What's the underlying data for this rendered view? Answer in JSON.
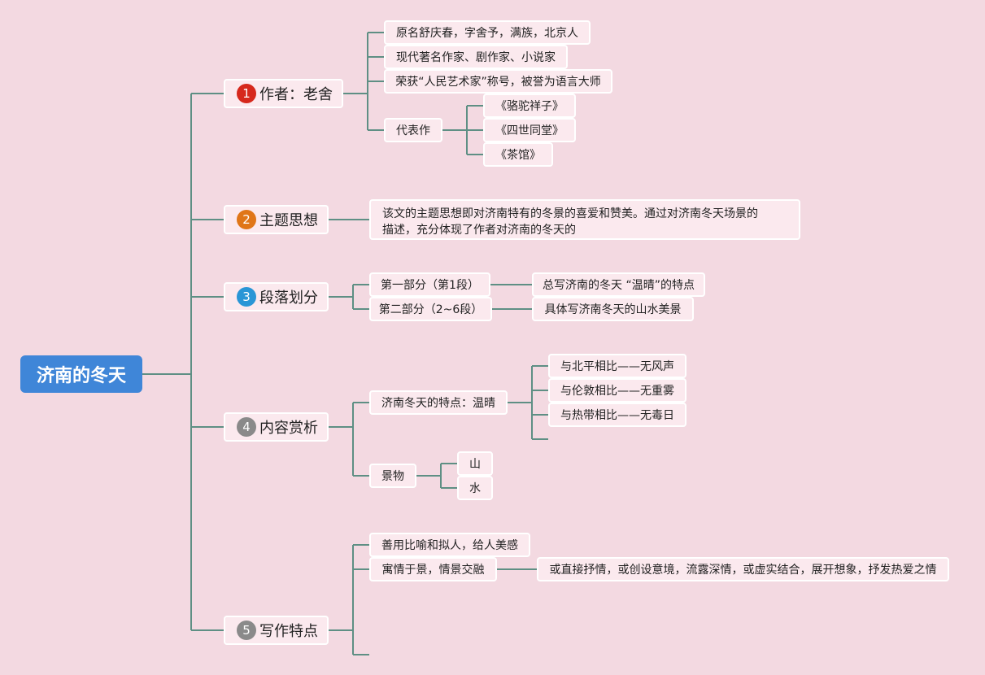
{
  "root": {
    "label": "济南的冬天"
  },
  "colors": {
    "line": "#5e8f84",
    "num1": "#d6281c",
    "num2": "#e07618",
    "num3": "#2a96d6",
    "num4": "#8a8a8a",
    "num5": "#8a8a8a"
  },
  "branches": {
    "b1": {
      "num": "1",
      "label": "作者：老舍",
      "items": [
        "原名舒庆春，字舍予，满族，北京人",
        "现代著名作家、剧作家、小说家",
        "荣获“人民艺术家”称号，被誉为语言大师"
      ],
      "works": {
        "label": "代表作",
        "items": [
          "《骆驼祥子》",
          "《四世同堂》",
          "《茶馆》"
        ]
      }
    },
    "b2": {
      "num": "2",
      "label": "主题思想",
      "text": "该文的主题思想即对济南特有的冬景的喜爱和赞美。通过对济南冬天场景的描述，充分体现了作者对济南的冬天的"
    },
    "b3": {
      "num": "3",
      "label": "段落划分",
      "parts": [
        {
          "label": "第一部分（第1段）",
          "desc": "总写济南的冬天 “温晴”的特点"
        },
        {
          "label": "第二部分（2~6段）",
          "desc": "具体写济南冬天的山水美景"
        }
      ]
    },
    "b4": {
      "num": "4",
      "label": "内容赏析",
      "feature": {
        "label": "济南冬天的特点：温晴",
        "items": [
          "与北平相比——无风声",
          "与伦敦相比——无重雾",
          "与热带相比——无毒日"
        ]
      },
      "scenery": {
        "label": "景物",
        "items": [
          "山",
          "水"
        ]
      }
    },
    "b5": {
      "num": "5",
      "label": "写作特点",
      "items": [
        "善用比喻和拟人，给人美感",
        "寓情于景，情景交融"
      ],
      "detail": "或直接抒情，或创设意境，流露深情，或虚实结合，展开想象，抒发热爱之情"
    }
  }
}
